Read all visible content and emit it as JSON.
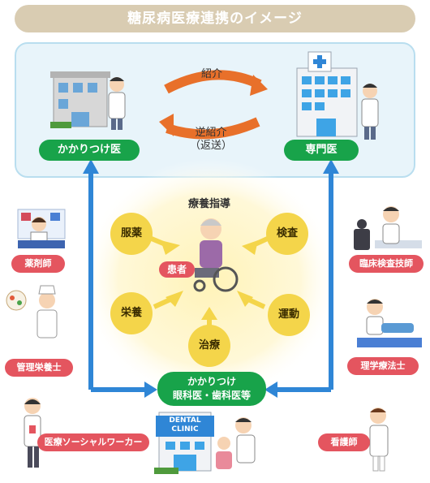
{
  "title": "糖尿病医療連携のイメージ",
  "referral": {
    "forward": "紹介",
    "reverse_line1": "逆紹介",
    "reverse_line2": "（返送）"
  },
  "nodes": {
    "family_doctor": "かかりつけ医",
    "specialist": "専門医",
    "clinic_line1": "かかりつけ",
    "clinic_line2": "眼科医・歯科医等"
  },
  "center": {
    "heading": "療養指導",
    "patient": "患者",
    "bubbles": {
      "medicine": "服薬",
      "exam": "検査",
      "nutrition": "栄養",
      "exercise": "運動",
      "treatment": "治療"
    }
  },
  "staff": {
    "pharmacist": "薬剤師",
    "lab_tech": "臨床検査技師",
    "dietitian": "管理栄養士",
    "physio": "理学療法士",
    "social_worker": "医療ソーシャルワーカー",
    "nurse": "看護師"
  },
  "clinic_sign": {
    "line1": "DENTAL",
    "line2": "CLINIC"
  },
  "colors": {
    "accent_blue": "#2f86d6",
    "orange": "#e8702a",
    "green": "#18a34a",
    "red": "#e4555f",
    "yellow": "#f4d54a"
  }
}
